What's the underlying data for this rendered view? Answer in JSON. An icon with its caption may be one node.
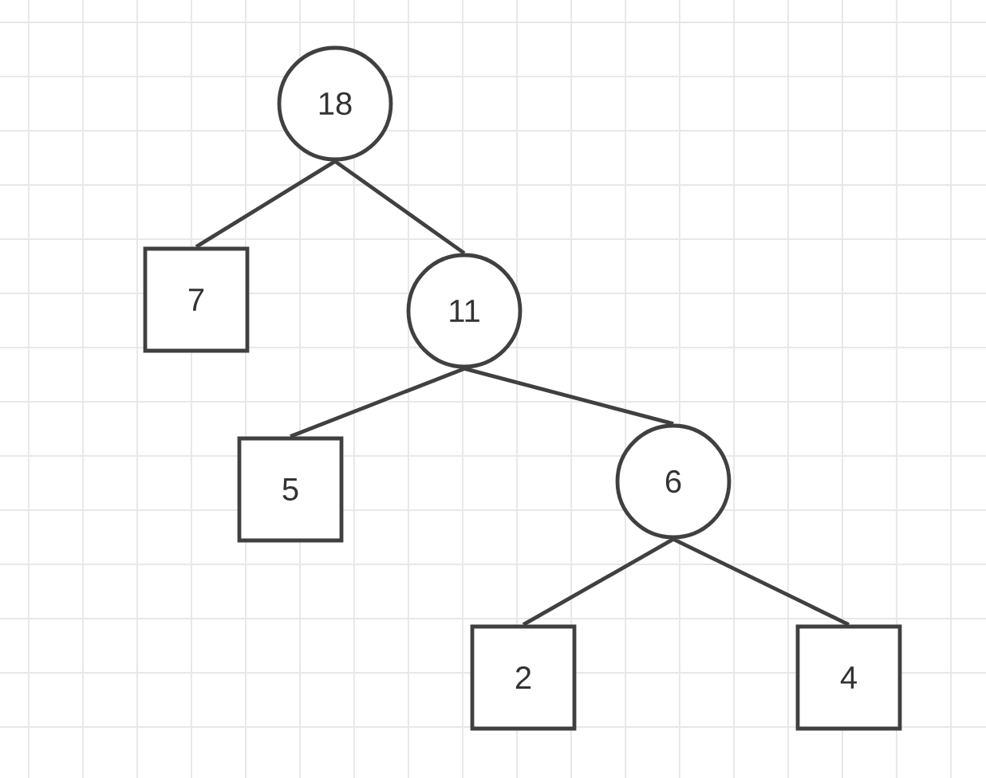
{
  "diagram": {
    "nodes": [
      {
        "text": [
          "18"
        ]
      },
      {
        "text": [
          "7"
        ]
      },
      {
        "text": [
          "11"
        ]
      },
      {
        "text": [
          "5"
        ]
      },
      {
        "text": [
          "6"
        ]
      },
      {
        "text": [
          "2"
        ]
      },
      {
        "text": [
          "4"
        ]
      }
    ],
    "edges": [
      {
        "from": 0,
        "to": 1,
        "arrow": "none"
      },
      {
        "from": 0,
        "to": 2,
        "arrow": "none"
      },
      {
        "from": 2,
        "to": 3,
        "arrow": "none"
      },
      {
        "from": 2,
        "to": 4,
        "arrow": "none"
      },
      {
        "from": 4,
        "to": 5,
        "arrow": "none"
      },
      {
        "from": 4,
        "to": 6,
        "arrow": "none"
      }
    ]
  }
}
